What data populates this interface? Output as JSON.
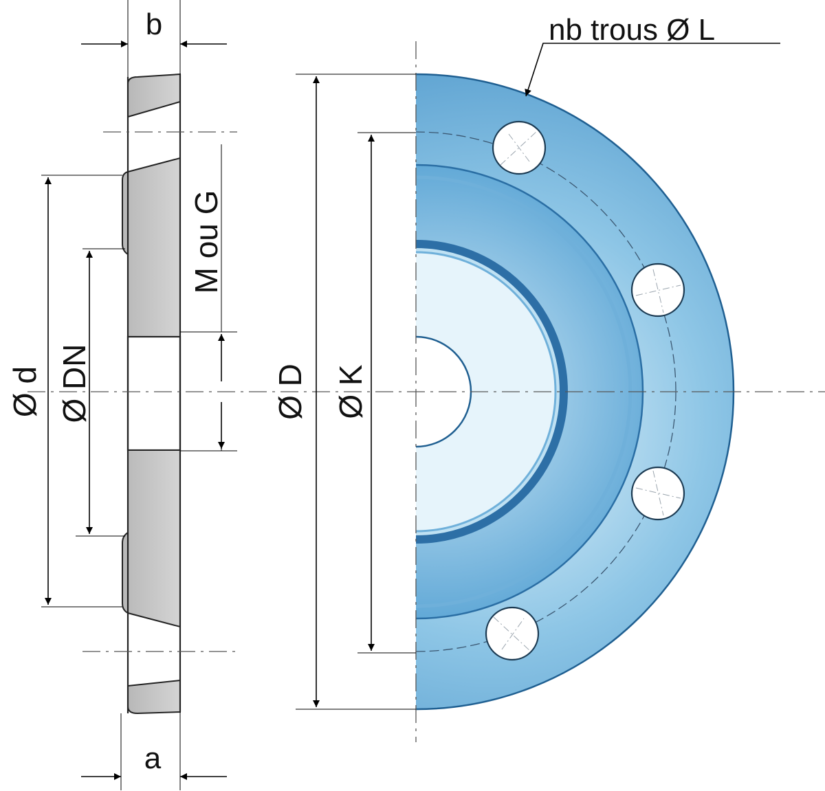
{
  "labels": {
    "b": "b",
    "a": "a",
    "d": "Ø d",
    "dn": "Ø DN",
    "thread": "M ou G",
    "D": "Ø D",
    "K": "Ø K",
    "holes": "nb trous Ø L"
  },
  "colors": {
    "flange_face": "#4a9bd0",
    "flange_highlight": "#c9e6f5",
    "flange_shadow": "#2d6fa6",
    "section_fill": "#c7c7c7",
    "hole_fill": "#ffffff"
  }
}
